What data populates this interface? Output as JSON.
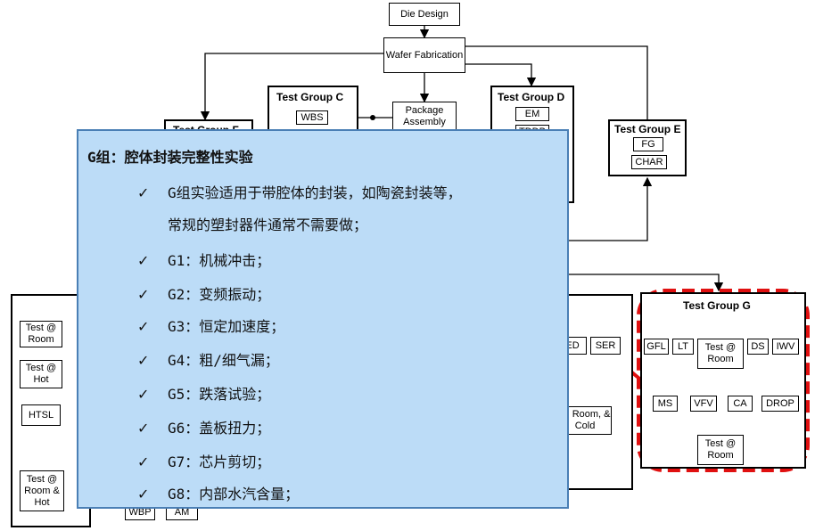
{
  "diagram": {
    "die_design": "Die Design",
    "wafer_fabrication": "Wafer Fabrication",
    "package_assembly": "Package Assembly",
    "group_c": {
      "title": "Test Group C",
      "items": [
        "WBS"
      ]
    },
    "group_d": {
      "title": "Test Group D",
      "items": [
        "EM",
        "TDDB"
      ]
    },
    "group_e": {
      "title": "Test Group E",
      "items": [
        "FG",
        "CHAR"
      ]
    },
    "group_f": {
      "title": "Test Group F"
    },
    "group_a": {
      "items": [
        "Test @ Room",
        "Test @ Hot",
        "HTSL",
        "Test @ Room & Hot"
      ],
      "bottom_items": [
        "WBP",
        "AM"
      ]
    },
    "group_b": {
      "items": [
        "ED",
        "SER",
        "@ Room, & Cold"
      ]
    },
    "group_g": {
      "title": "Test Group G",
      "top_items": [
        "GFL",
        "LT",
        "Test @ Room",
        "DS",
        "IWV"
      ],
      "mid_items": [
        "MS",
        "VFV",
        "CA",
        "DROP"
      ],
      "bottom_item": "Test @ Room"
    },
    "highlight_color": "#e01010"
  },
  "overlay": {
    "title": "G组：腔体封装完整性实验",
    "check_symbol": "✓",
    "items": [
      {
        "text": "G组实验适用于带腔体的封装，如陶瓷封装等，",
        "continuation": "常规的塑封器件通常不需要做；"
      },
      {
        "text": "G1：机械冲击；"
      },
      {
        "text": "G2：变频振动；"
      },
      {
        "text": "G3：恒定加速度；"
      },
      {
        "text": "G4：粗/细气漏；"
      },
      {
        "text": "G5：跌落试验；"
      },
      {
        "text": "G6：盖板扭力；"
      },
      {
        "text": "G7：芯片剪切；"
      },
      {
        "text": "G8：内部水汽含量；"
      }
    ],
    "background": "#bcdcf7",
    "border": "#4a7fb5"
  }
}
